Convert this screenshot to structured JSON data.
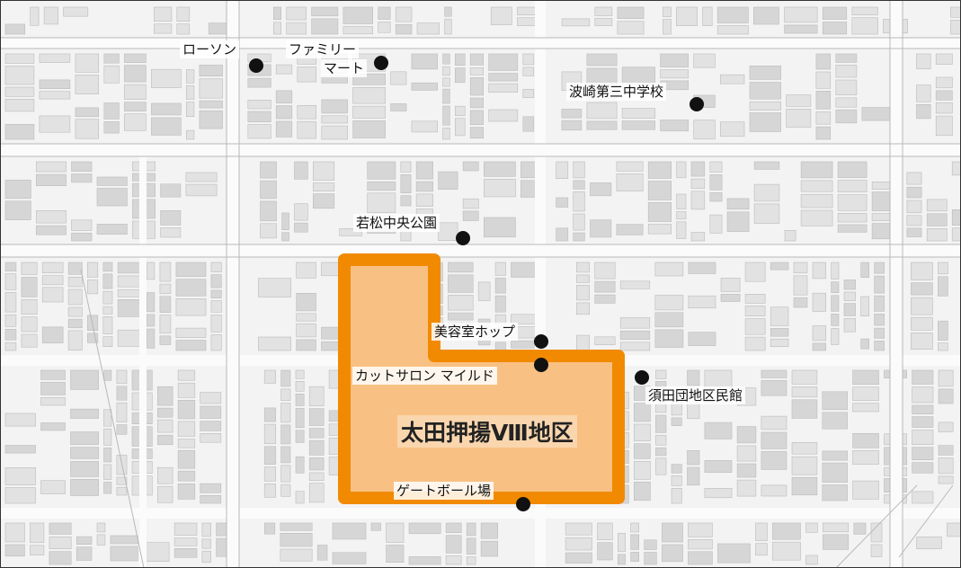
{
  "map": {
    "area_label": "太田押揚Ⅷ地区",
    "area_fill": "#f8c183",
    "area_stroke": "#f18a00",
    "pois": [
      {
        "id": "lawson",
        "label": "ローソン"
      },
      {
        "id": "familymart",
        "label_line1": "ファミリー",
        "label_line2": "マート"
      },
      {
        "id": "school",
        "label": "波崎第三中学校"
      },
      {
        "id": "park",
        "label": "若松中央公園"
      },
      {
        "id": "beauty",
        "label": "美容室ホップ"
      },
      {
        "id": "salon",
        "label": "カットサロン マイルド"
      },
      {
        "id": "hall",
        "label": "須田団地区民館"
      },
      {
        "id": "gateball",
        "label": "ゲートボール場"
      }
    ]
  }
}
